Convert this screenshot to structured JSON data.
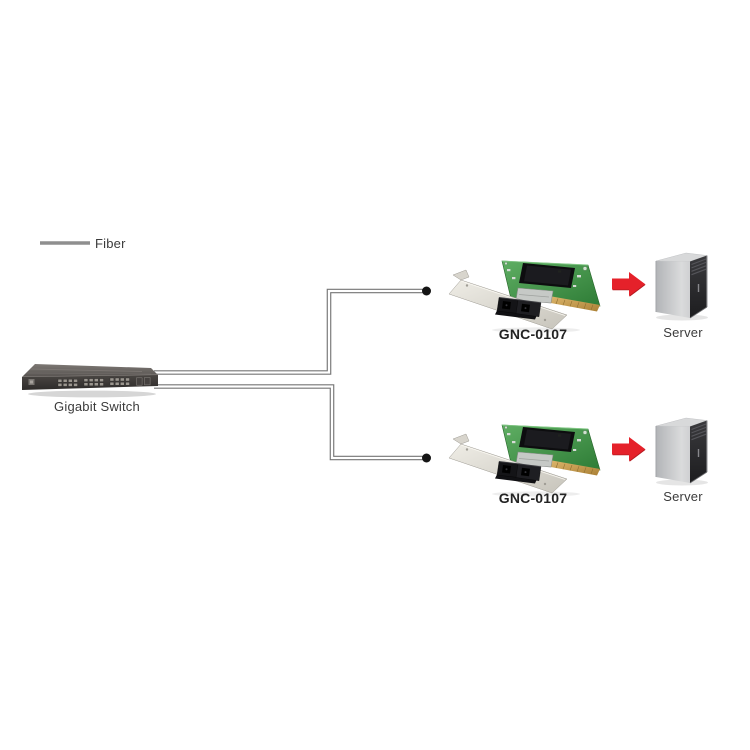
{
  "diagram": {
    "type": "network-topology",
    "legend": {
      "items": [
        {
          "label": "Fiber",
          "line_color": "#8f8f8f"
        }
      ]
    },
    "nodes": {
      "switch": {
        "label": "Gigabit Switch",
        "type": "24-port gigabit switch"
      },
      "nic_top": {
        "label": "GNC-0107",
        "type": "fiber PCI network card"
      },
      "server_top": {
        "label": "Server",
        "type": "tower server"
      },
      "nic_bottom": {
        "label": "GNC-0107",
        "type": "fiber PCI network card"
      },
      "server_bottom": {
        "label": "Server",
        "type": "tower server"
      }
    },
    "connections": [
      {
        "from": "switch",
        "to": "nic_top",
        "media": "Fiber"
      },
      {
        "from": "switch",
        "to": "nic_bottom",
        "media": "Fiber"
      },
      {
        "from": "nic_top",
        "to": "server_top",
        "relation": "installs-into",
        "marker": "red-arrow"
      },
      {
        "from": "nic_bottom",
        "to": "server_bottom",
        "relation": "installs-into",
        "marker": "red-arrow"
      }
    ],
    "colors": {
      "background": "#ffffff",
      "fiber_line_edge": "#757575",
      "fiber_line_core": "#ffffff",
      "legend_line": "#8f8f8f",
      "endpoint_dot": "#141414",
      "arrow_red": "#e5212a",
      "pcb_green": "#3f9448",
      "label_text": "#3b3b3b"
    }
  }
}
